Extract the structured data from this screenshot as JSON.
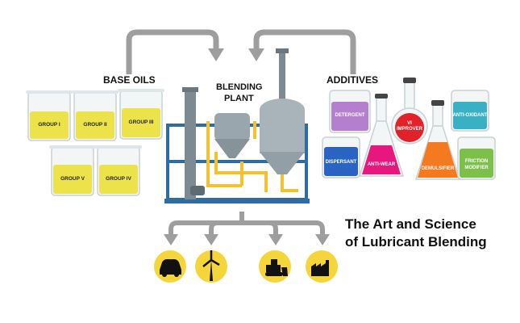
{
  "labels": {
    "base_oils": "BASE OILS",
    "blending_line1": "BLENDING",
    "blending_line2": "PLANT",
    "additives": "ADDITIVES"
  },
  "base_oils": [
    "GROUP I",
    "GROUP II",
    "GROUP III",
    "GROUP V",
    "GROUP IV"
  ],
  "additives": {
    "detergent": "DETERGENT",
    "vi_line1": "VI",
    "vi_line2": "IMPROVER",
    "anti_oxidant": "ANTI-OXIDANT",
    "dispersant": "DISPERSANT",
    "anti_wear": "ANTI-WEAR",
    "demulsifier": "DEMULSIFIER",
    "friction_line1": "FRICTION",
    "friction_line2": "MODIFIER"
  },
  "title": {
    "line1": "The Art and Science",
    "line2": "of Lubricant Blending"
  },
  "icons": [
    "car-icon",
    "wind-turbine-icon",
    "bulldozer-icon",
    "factory-icon"
  ],
  "colors": {
    "oil": "#ece24a",
    "arrow": "#9e9e9e",
    "icon_bg": "#f4d53a",
    "detergent": "#b57fd0",
    "vi_improver": "#e32129",
    "anti_oxidant": "#3ab0c4",
    "dispersant": "#2a63c2",
    "anti_wear": "#e8177e",
    "demulsifier": "#f37a1f",
    "friction_modifier": "#7cc04a"
  }
}
